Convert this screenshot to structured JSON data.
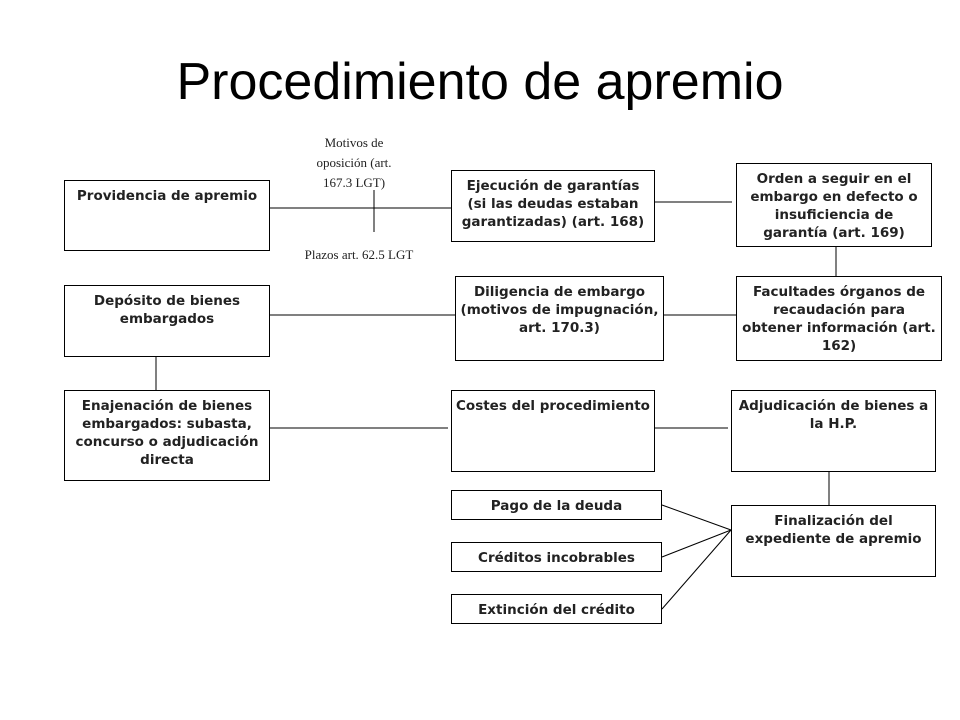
{
  "title": "Procedimiento de apremio",
  "notes": {
    "motivos": "Motivos de oposición (art. 167.3 LGT)",
    "plazos": "Plazos art. 62.5 LGT"
  },
  "boxes": {
    "providencia": "Providencia de apremio",
    "ejecucion": "Ejecución de garantías (si las deudas estaban garantizadas) (art. 168)",
    "orden": "Orden a seguir en el embargo en defecto o insuficiencia de garantía (art. 169)",
    "deposito": "Depósito de bienes embargados",
    "diligencia": "Diligencia de embargo (motivos de impugnación, art. 170.3)",
    "facultades": "Facultades órganos de recaudación para obtener información (art. 162)",
    "enajenacion": "Enajenación de bienes embargados: subasta, concurso o adjudicación directa",
    "costes": "Costes del procedimiento",
    "adjudicacion": "Adjudicación de bienes a la H.P.",
    "pago": "Pago de la deuda",
    "creditos": "Créditos incobrables",
    "extincion": "Extinción del crédito",
    "finalizacion": "Finalización del expediente de apremio"
  }
}
